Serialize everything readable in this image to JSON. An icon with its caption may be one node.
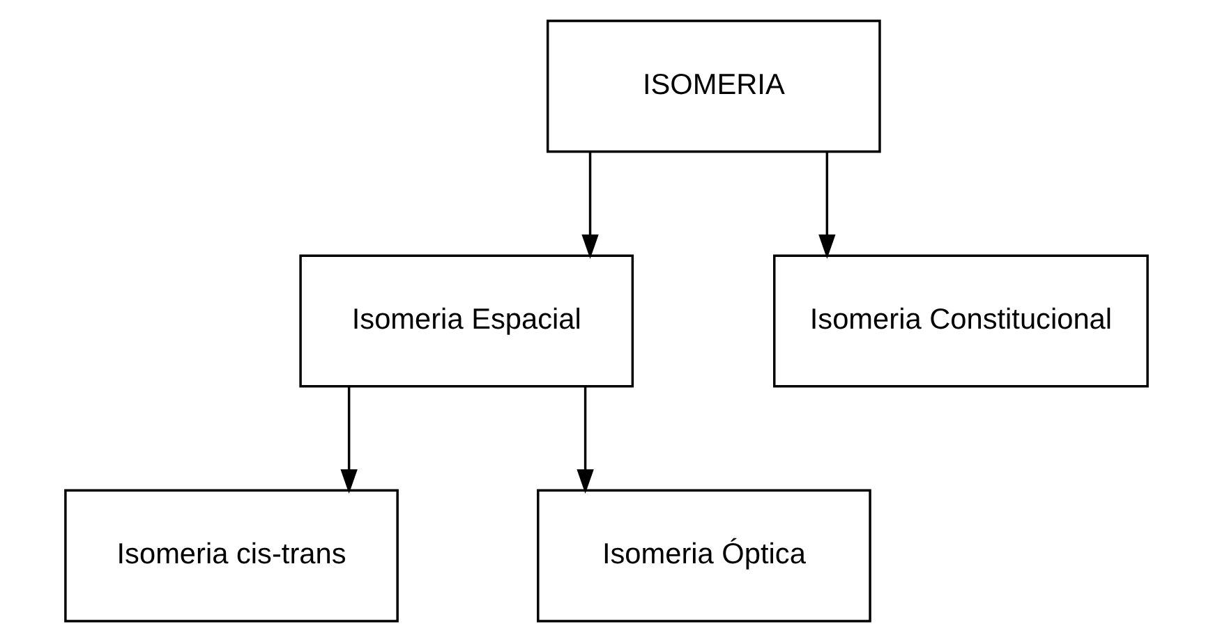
{
  "diagram": {
    "nodes": [
      {
        "text": [
          "ISOMERIA"
        ]
      },
      {
        "text": [
          "Isomeria Espacial"
        ]
      },
      {
        "text": [
          "Isomeria Constitucional"
        ]
      },
      {
        "text": [
          "Isomeria cis-trans"
        ]
      },
      {
        "text": [
          "Isomeria Óptica"
        ]
      }
    ],
    "edges": [
      {
        "from": 0,
        "to": 1,
        "arrow": "to"
      },
      {
        "from": 0,
        "to": 2,
        "arrow": "to"
      },
      {
        "from": 1,
        "to": 3,
        "arrow": "to"
      },
      {
        "from": 1,
        "to": 4,
        "arrow": "to"
      }
    ]
  }
}
